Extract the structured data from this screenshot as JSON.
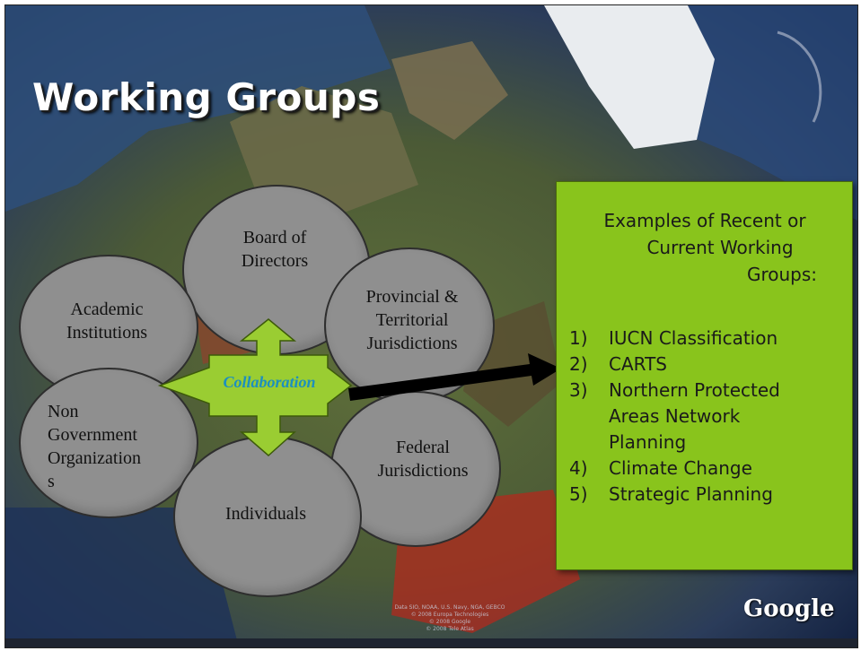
{
  "slide": {
    "title": "Working Groups",
    "center_label": "Collaboration",
    "circles": {
      "board": [
        "Board of",
        "Directors"
      ],
      "academic": [
        "Academic",
        "Institutions"
      ],
      "provincial": [
        "Provincial &",
        "Territorial",
        "Jurisdictions"
      ],
      "ngo": [
        "Non",
        "Government",
        "Organization",
        "s"
      ],
      "federal": [
        "Federal",
        "Jurisdictions"
      ],
      "individuals": [
        "Individuals"
      ]
    },
    "panel": {
      "heading_line1": "Examples of Recent or",
      "heading_line2": "Current Working",
      "heading_line3": "Groups:",
      "items": [
        {
          "num": "1)",
          "lines": [
            "IUCN Classification"
          ]
        },
        {
          "num": "2)",
          "lines": [
            "CARTS"
          ]
        },
        {
          "num": "3)",
          "lines": [
            "Northern Protected",
            "Areas Network",
            "Planning"
          ]
        },
        {
          "num": "4)",
          "lines": [
            "Climate Change"
          ]
        },
        {
          "num": "5)",
          "lines": [
            "Strategic Planning"
          ]
        }
      ]
    },
    "watermark": "Google",
    "credits": [
      "Data SIO, NOAA, U.S. Navy, NGA, GEBCO",
      "© 2008 Europa Technologies",
      "© 2008 Google",
      "© 2008 Tele Atlas"
    ]
  },
  "colors": {
    "panel_bg": "#89c41c",
    "circle_fill": "#8f8f8f",
    "arrow_green": "#9acd32",
    "collab_text": "#1c8fbf"
  }
}
